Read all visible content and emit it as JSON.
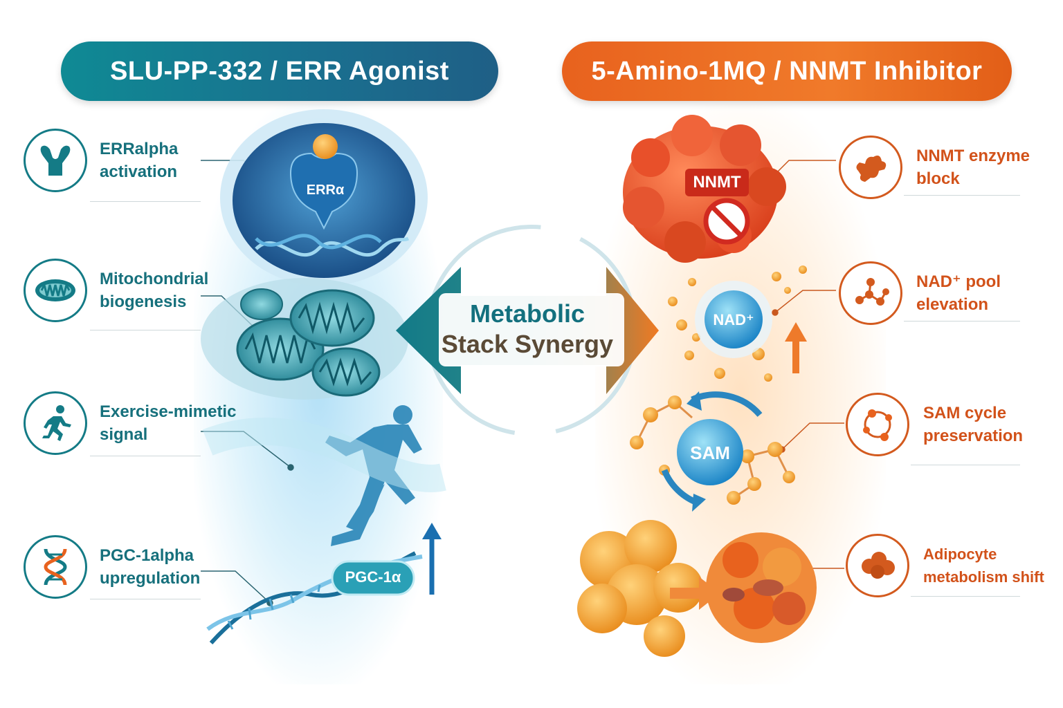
{
  "left_header": "SLU-PP-332 / ERR Agonist",
  "right_header": "5-Amino-1MQ / NNMT Inhibitor",
  "center": {
    "line1": "Metabolic",
    "line2": "Stack Synergy"
  },
  "left_features": [
    {
      "line1": "ERRalpha",
      "line2": "activation",
      "icon": "receptor-icon"
    },
    {
      "line1": "Mitochondrial",
      "line2": "biogenesis",
      "icon": "mitochondrion-icon"
    },
    {
      "line1": "Exercise-mimetic",
      "line2": "signal",
      "icon": "runner-icon"
    },
    {
      "line1": "PGC-1alpha",
      "line2": "upregulation",
      "icon": "dna-icon"
    }
  ],
  "right_features": [
    {
      "line1": "NNMT enzyme",
      "line2": "block",
      "icon": "enzyme-icon"
    },
    {
      "line1": "NAD⁺ pool",
      "line2": "elevation",
      "icon": "molecule-icon"
    },
    {
      "line1": "SAM cycle",
      "line2": "preservation",
      "icon": "cycle-icon"
    },
    {
      "line1": "Adipocyte",
      "line2": "metabolism shift",
      "icon": "adipocyte-icon"
    }
  ],
  "illustration_labels": {
    "erra": "ERRα",
    "pgc": "PGC-1α",
    "nnmt": "NNMT",
    "nad": "NAD⁺",
    "sam": "SAM"
  },
  "colors": {
    "teal": "#147b86",
    "orange": "#e8621e"
  }
}
